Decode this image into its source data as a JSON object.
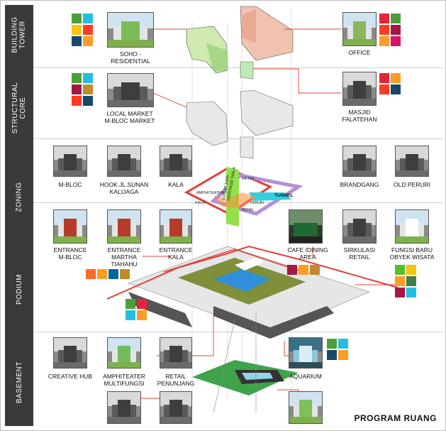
{
  "sections": [
    {
      "label": "BUILDING\nTOWER"
    },
    {
      "label": "STRUCTURAL\nCORE"
    },
    {
      "label": "ZONING"
    },
    {
      "label": "PODIUM"
    },
    {
      "label": "BASEMENT"
    }
  ],
  "photos": {
    "soho": {
      "caption": "SOHO -\nRESIDENTIAL"
    },
    "office": {
      "caption": "OFFICE"
    },
    "local_market": {
      "caption": "LOCAL MARKET\nM-BLOC MARKET"
    },
    "masjid": {
      "caption": "MASJID\nFALATEHAN"
    },
    "mbloc": {
      "caption": "M-BLOC"
    },
    "hook": {
      "caption": "HOOK JL.SUNAN\nKALIJAGA"
    },
    "kala": {
      "caption": "KALA"
    },
    "brandgang": {
      "caption": "BRANDGANG"
    },
    "old_peruri": {
      "caption": "OLD PERURI"
    },
    "entrance_mbloc": {
      "caption": "ENTRANCE\nM-BLOC"
    },
    "entrance_martha": {
      "caption": "ENTRANCE\nMARTHA\nTIAHAHU"
    },
    "entrance_kala": {
      "caption": "ENTRANCE\nKALA"
    },
    "cafe": {
      "caption": "CAFE /DINING\nAREA"
    },
    "sirkulasi": {
      "caption": "SIRKULASI\nRETAIL"
    },
    "fungsi": {
      "caption": "FUNGSI BARU\nOBYEK WISATA"
    },
    "creative_hub": {
      "caption": "CREATIVE HUB"
    },
    "amphiteater": {
      "caption": "AMPHITEATER\nMULTIFUNGSI"
    },
    "retail_penunjang": {
      "caption": "RETAIL\nPENUNJANG"
    },
    "aquarium": {
      "caption": "AQUARIUM"
    }
  },
  "zoning_labels": {
    "amphiteater": "AMPHITEATER",
    "kala": "KALA",
    "retail": "RETAIL",
    "great_axis": "GREAT AXIS\nHERITAGE WALK",
    "tunnel": "TUNNEL",
    "peruri": "PERURI",
    "retail2": "RETAIL"
  },
  "sdg_colors": {
    "1": "#e5243b",
    "3": "#4c9f38",
    "5": "#ff3a21",
    "6": "#26bde2",
    "7": "#fcc30b",
    "8": "#a21942",
    "9": "#fd6925",
    "10": "#dd1367",
    "11": "#fd9d24",
    "12": "#bf8b2e",
    "13": "#3f7e44",
    "15": "#56c02b",
    "16": "#00689d",
    "17": "#19486a"
  },
  "sdg_groups": {
    "soho": [
      "3",
      "6",
      "7",
      "5",
      "17",
      "11"
    ],
    "office": [
      "1",
      "3",
      "5",
      "8",
      "11",
      "10"
    ],
    "market": [
      "3",
      "6",
      "8",
      "12",
      "5",
      "17"
    ],
    "masjid": [
      "1",
      "11",
      "5",
      "17"
    ],
    "entrance": [
      "9",
      "11",
      "16",
      "12"
    ],
    "cafe": [
      "8",
      "11",
      "12"
    ],
    "fungsi": [
      "15",
      "7",
      "11",
      "13",
      "8",
      "6"
    ],
    "podium": [
      "3",
      "1",
      "6",
      "11"
    ],
    "aquarium": [
      "3",
      "6",
      "17",
      "11"
    ]
  },
  "title": "PROGRAM RUANG"
}
